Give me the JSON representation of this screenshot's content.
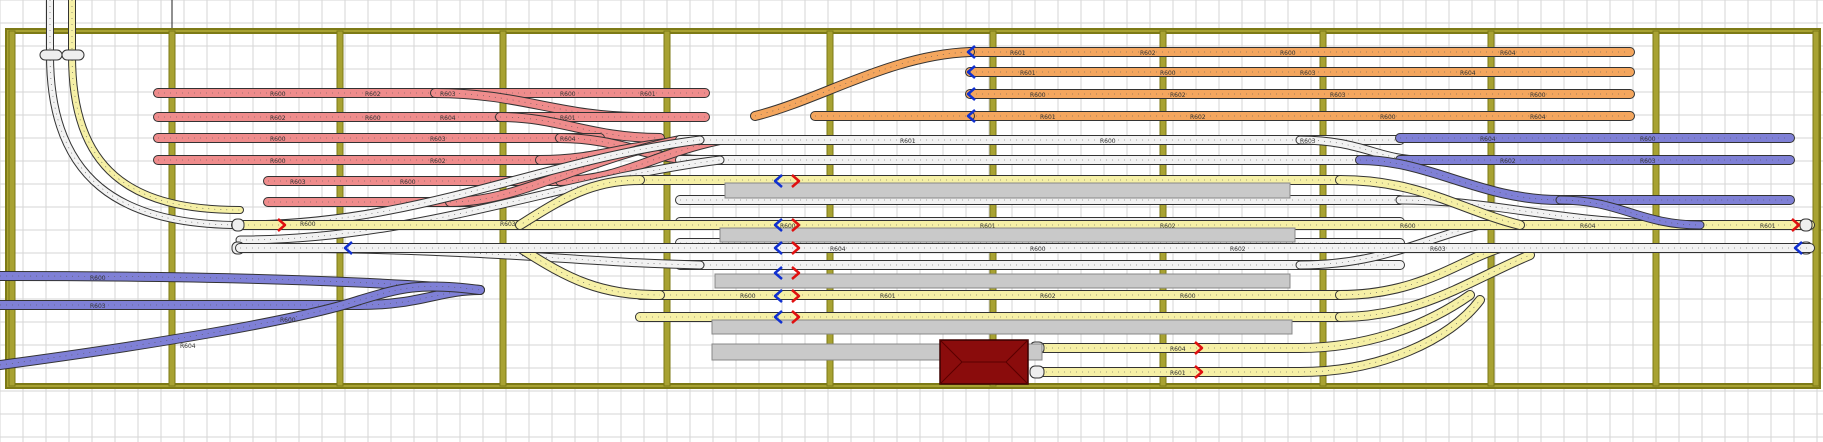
{
  "canvas": {
    "title": ""
  },
  "colors": {
    "background": "#ffffff",
    "grid_line": "#d6d6d6",
    "benchwork_frame": "#7d7a16",
    "benchwork_fill": "#a8a232",
    "track_white": "#f2f2f2",
    "track_red": "#ef8c8c",
    "track_orange": "#f4a65e",
    "track_blue": "#7f80d6",
    "track_yellow": "#f6f0a6",
    "track_outline": "#333333",
    "platform": "#c9c9c9",
    "building": "#8a0c0c",
    "arrow_red": "#e01010",
    "arrow_blue": "#1030d0"
  },
  "track_groups": [
    {
      "name": "red-sidings",
      "color": "track_red",
      "count": 6
    },
    {
      "name": "orange-sidings",
      "color": "track_orange",
      "count": 4
    },
    {
      "name": "blue-lines",
      "color": "track_blue",
      "count": 6
    },
    {
      "name": "yellow-station-tracks",
      "color": "track_yellow",
      "count": 8
    },
    {
      "name": "white-through-tracks",
      "color": "track_white",
      "count": 8
    }
  ],
  "platforms": {
    "count": 5
  },
  "station_building": {
    "icon": "roof-icon"
  },
  "track_label": "R600",
  "track_labels_alt": [
    "R601",
    "R602",
    "R603",
    "R604"
  ]
}
